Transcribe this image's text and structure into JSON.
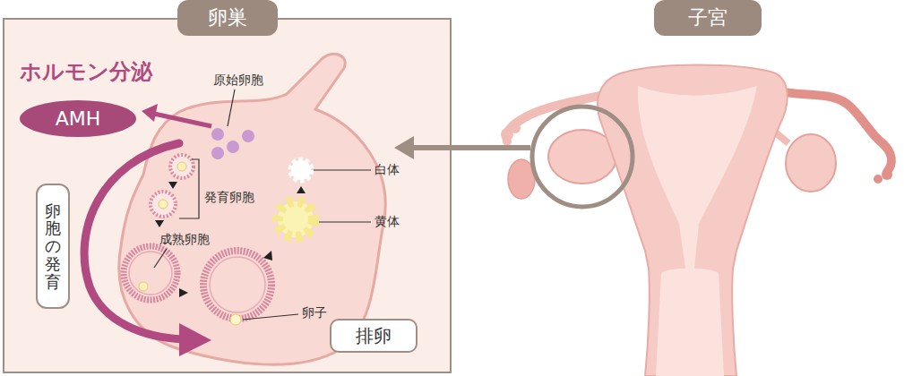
{
  "diagram": {
    "nodes": [
      {
        "text": [
          "卵巣"
        ]
      },
      {
        "text": [
          "AMH"
        ],
        "in": 0
      },
      {
        "text": [
          "卵胞の発育"
        ],
        "in": 0
      },
      {
        "text": [
          "排卵"
        ],
        "in": 0
      },
      {
        "text": [
          "子宮"
        ]
      }
    ],
    "labels": [
      "ホルモン分泌",
      "原始卵胞",
      "発育卵胞",
      "成熟卵胞",
      "白体",
      "黄体",
      "卵子"
    ]
  }
}
